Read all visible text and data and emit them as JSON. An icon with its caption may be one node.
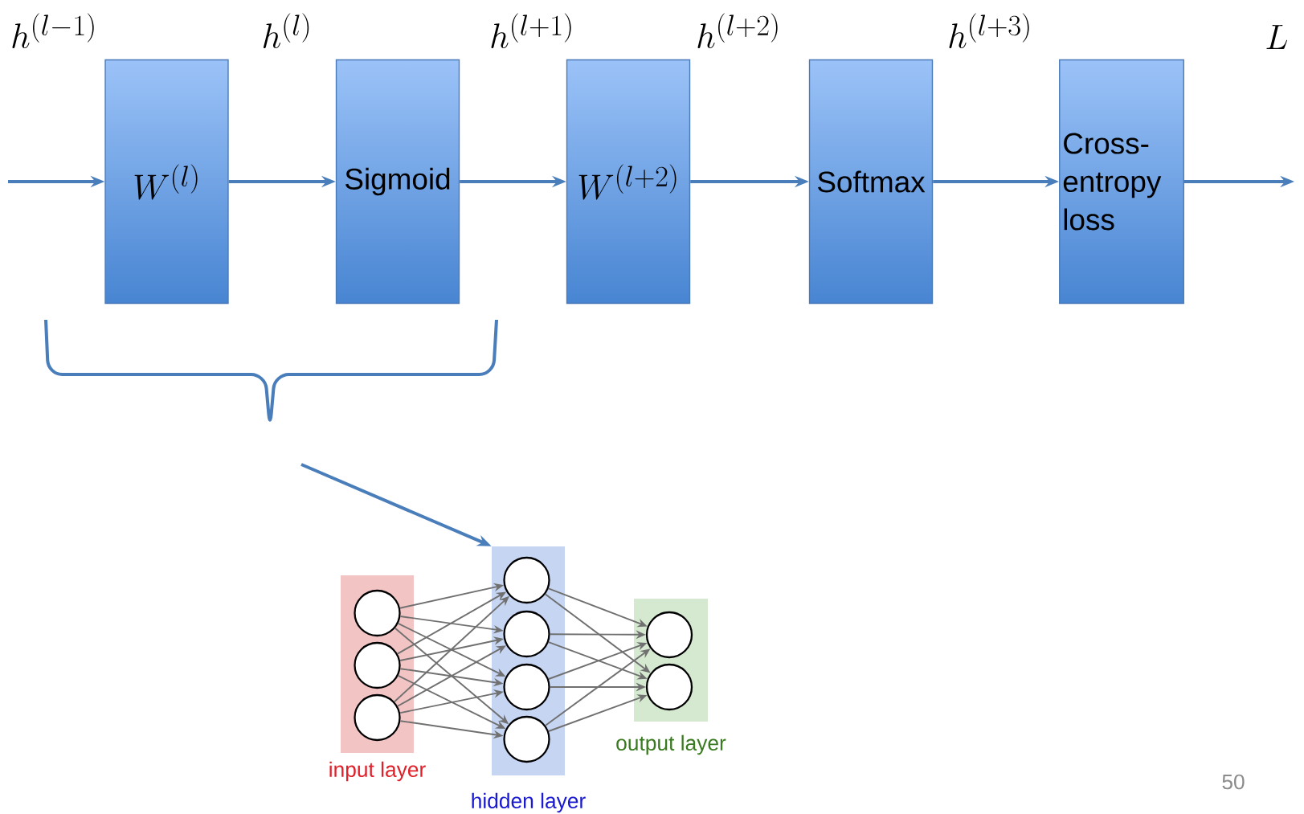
{
  "diagram": {
    "nodes": [
      {
        "text": [
          "W^{(l)}"
        ]
      },
      {
        "text": [
          "Sigmoid"
        ]
      },
      {
        "text": [
          "W^{(l+2)}"
        ]
      },
      {
        "text": [
          "Softmax"
        ]
      },
      {
        "text": [
          "Cross-entropy loss"
        ]
      },
      {
        "text": [
          "input layer"
        ]
      },
      {
        "text": [],
        "shape": "circle",
        "in": 5
      },
      {
        "text": [],
        "shape": "circle",
        "in": 5
      },
      {
        "text": [],
        "shape": "circle",
        "in": 5
      },
      {
        "text": [
          "hidden layer"
        ]
      },
      {
        "text": [],
        "shape": "circle",
        "in": 9
      },
      {
        "text": [],
        "shape": "circle",
        "in": 9
      },
      {
        "text": [],
        "shape": "circle",
        "in": 9
      },
      {
        "text": [],
        "shape": "circle",
        "in": 9
      },
      {
        "text": [
          "output layer"
        ]
      },
      {
        "text": [],
        "shape": "circle",
        "in": 14
      },
      {
        "text": [],
        "shape": "circle",
        "in": 14
      }
    ],
    "edges": [
      {
        "from": null,
        "to": 0,
        "arrow": "to",
        "color": "#4a7ebb"
      },
      {
        "from": 0,
        "to": 1,
        "arrow": "to",
        "color": "#4a7ebb"
      },
      {
        "from": 1,
        "to": 2,
        "arrow": "to",
        "color": "#4a7ebb"
      },
      {
        "from": 2,
        "to": 3,
        "arrow": "to",
        "color": "#4a7ebb"
      },
      {
        "from": 3,
        "to": 4,
        "arrow": "to",
        "color": "#4a7ebb"
      },
      {
        "from": 4,
        "to": null,
        "arrow": "to",
        "color": "#4a7ebb"
      },
      {
        "from": null,
        "to": 9,
        "arrow": "to",
        "color": "#4a7ebb"
      },
      {
        "from": 6,
        "to": 10,
        "arrow": "to",
        "color": "#707070"
      },
      {
        "from": 6,
        "to": 11,
        "arrow": "to",
        "color": "#707070"
      },
      {
        "from": 6,
        "to": 12,
        "arrow": "to",
        "color": "#707070"
      },
      {
        "from": 6,
        "to": 13,
        "arrow": "to",
        "color": "#707070"
      },
      {
        "from": 7,
        "to": 10,
        "arrow": "to",
        "color": "#707070"
      },
      {
        "from": 7,
        "to": 11,
        "arrow": "to",
        "color": "#707070"
      },
      {
        "from": 7,
        "to": 12,
        "arrow": "to",
        "color": "#707070"
      },
      {
        "from": 7,
        "to": 13,
        "arrow": "to",
        "color": "#707070"
      },
      {
        "from": 8,
        "to": 10,
        "arrow": "to",
        "color": "#707070"
      },
      {
        "from": 8,
        "to": 11,
        "arrow": "to",
        "color": "#707070"
      },
      {
        "from": 8,
        "to": 12,
        "arrow": "to",
        "color": "#707070"
      },
      {
        "from": 8,
        "to": 13,
        "arrow": "to",
        "color": "#707070"
      },
      {
        "from": 10,
        "to": 15,
        "arrow": "to",
        "color": "#707070"
      },
      {
        "from": 10,
        "to": 16,
        "arrow": "to",
        "color": "#707070"
      },
      {
        "from": 11,
        "to": 15,
        "arrow": "to",
        "color": "#707070"
      },
      {
        "from": 11,
        "to": 16,
        "arrow": "to",
        "color": "#707070"
      },
      {
        "from": 12,
        "to": 15,
        "arrow": "to",
        "color": "#707070"
      },
      {
        "from": 12,
        "to": 16,
        "arrow": "to",
        "color": "#707070"
      },
      {
        "from": 13,
        "to": 15,
        "arrow": "to",
        "color": "#707070"
      },
      {
        "from": 13,
        "to": 16,
        "arrow": "to",
        "color": "#707070"
      }
    ],
    "labels": [
      "h^{(l-1)}",
      "h^{(l)}",
      "h^{(l+1)}",
      "h^{(l+2)}",
      "h^{(l+3)}",
      "L",
      "50"
    ]
  }
}
